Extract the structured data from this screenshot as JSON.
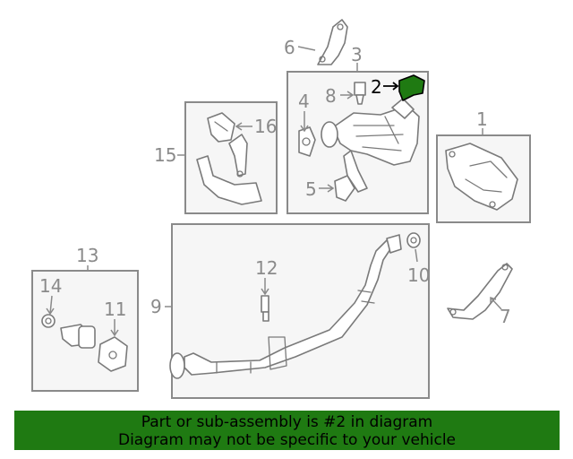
{
  "callouts": {
    "c1": "1",
    "c2": "2",
    "c3": "3",
    "c4": "4",
    "c5": "5",
    "c6": "6",
    "c7": "7",
    "c8": "8",
    "c9": "9",
    "c10": "10",
    "c11": "11",
    "c12": "12",
    "c13": "13",
    "c14": "14",
    "c15": "15",
    "c16": "16"
  },
  "highlighted_part": "2",
  "colors": {
    "highlight": "#1f7a12",
    "line": "#8a8a8a",
    "banner_bg": "#1f7a12"
  },
  "banner": {
    "line1": "Part or sub-assembly is #2 in diagram",
    "line2": "Diagram may not be specific to your vehicle"
  }
}
